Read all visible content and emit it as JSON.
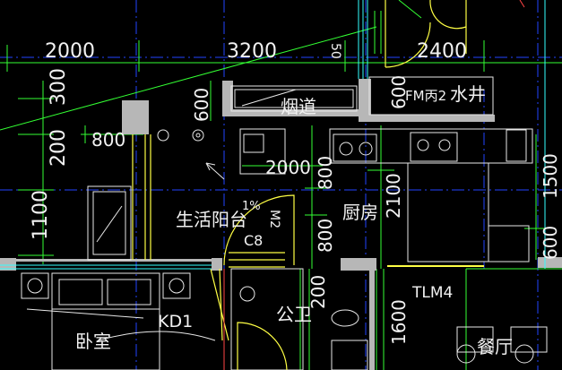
{
  "drawing": {
    "dimensions": {
      "top_left": "2000",
      "top_mid": "3200",
      "top_right": "2400",
      "left_300": "300",
      "left_200": "200",
      "left_1100": "1100",
      "dim_800_a": "800",
      "dim_600_a": "600",
      "dim_600_b": "600",
      "dim_2000_b": "2000",
      "dim_800_b": "800",
      "dim_800_c": "800",
      "dim_2100": "2100",
      "dim_1500": "1500",
      "dim_600_c": "600",
      "dim_200_b": "200",
      "dim_1600": "1600",
      "dim_50": "50"
    },
    "labels": {
      "flue": "烟道",
      "fm": "FM丙2",
      "water_well": "水井",
      "balcony": "生活阳台",
      "slope": "1%",
      "m2": "M2",
      "c8": "C8",
      "kitchen": "厨房",
      "tlm4": "TLM4",
      "kd1": "KD1",
      "bedroom": "卧室",
      "toilet": "公卫",
      "dining": "餐厅"
    },
    "colors": {
      "background": "#000000",
      "wall": "#b7b7b7",
      "dimension": "#33ff33",
      "axis": "#2244ff",
      "fixture": "#e8e8e8",
      "door": "#ffff44",
      "window": "#33ffff",
      "opening": "#ff4444"
    }
  }
}
